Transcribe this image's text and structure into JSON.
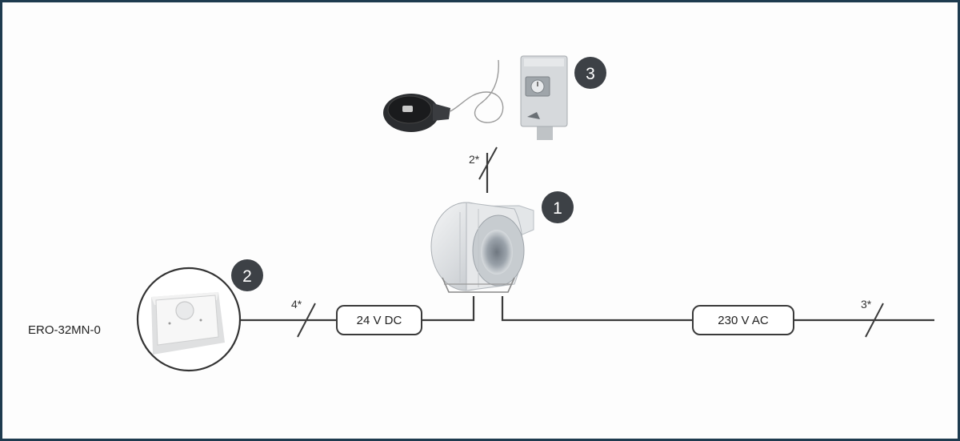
{
  "product_label": "ERO-32MN-0",
  "badges": [
    "1",
    "2",
    "3"
  ],
  "boxes": {
    "low_voltage": "24 V DC",
    "mains": "230 V AC"
  },
  "wire_counts": {
    "controller": "4*",
    "thermostat": "2*",
    "mains": "3*"
  },
  "colors": {
    "frame": "#1e3b4f",
    "line": "#3a3a3a",
    "badge": "#3d4146",
    "badge_text": "#ffffff"
  },
  "icons": [
    "centrifugal-fan-icon",
    "speed-controller-icon",
    "capillary-thermostat-icon",
    "room-thermostat-icon"
  ]
}
